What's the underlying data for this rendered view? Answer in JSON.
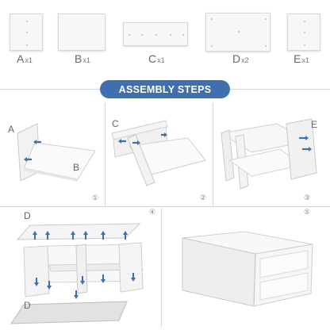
{
  "parts": [
    {
      "letter": "A",
      "qty": "x1"
    },
    {
      "letter": "B",
      "qty": "x1"
    },
    {
      "letter": "C",
      "qty": "x1"
    },
    {
      "letter": "D",
      "qty": "x2"
    },
    {
      "letter": "E",
      "qty": "x1"
    }
  ],
  "banner": {
    "title": "ASSEMBLY STEPS"
  },
  "steps": [
    {
      "number": "①",
      "labels": [
        "A",
        "B"
      ]
    },
    {
      "number": "②",
      "labels": [
        "C"
      ]
    },
    {
      "number": "③",
      "labels": [
        "E"
      ]
    },
    {
      "number": "④",
      "labels": [
        "D",
        "D"
      ]
    },
    {
      "number": "⑤",
      "labels": []
    }
  ],
  "colors": {
    "accent": "#3f6fae",
    "arrow": "#3f6fae",
    "panel": "#f5f5f5",
    "panel_edge": "#cfcfcf"
  }
}
